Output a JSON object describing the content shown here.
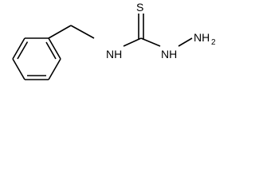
{
  "molecule": {
    "atoms": {
      "sulfur": "S",
      "nh_amide": "NH",
      "nh_hydrazine": "NH",
      "terminal_n": "NH",
      "terminal_n_subscript": "2"
    }
  }
}
